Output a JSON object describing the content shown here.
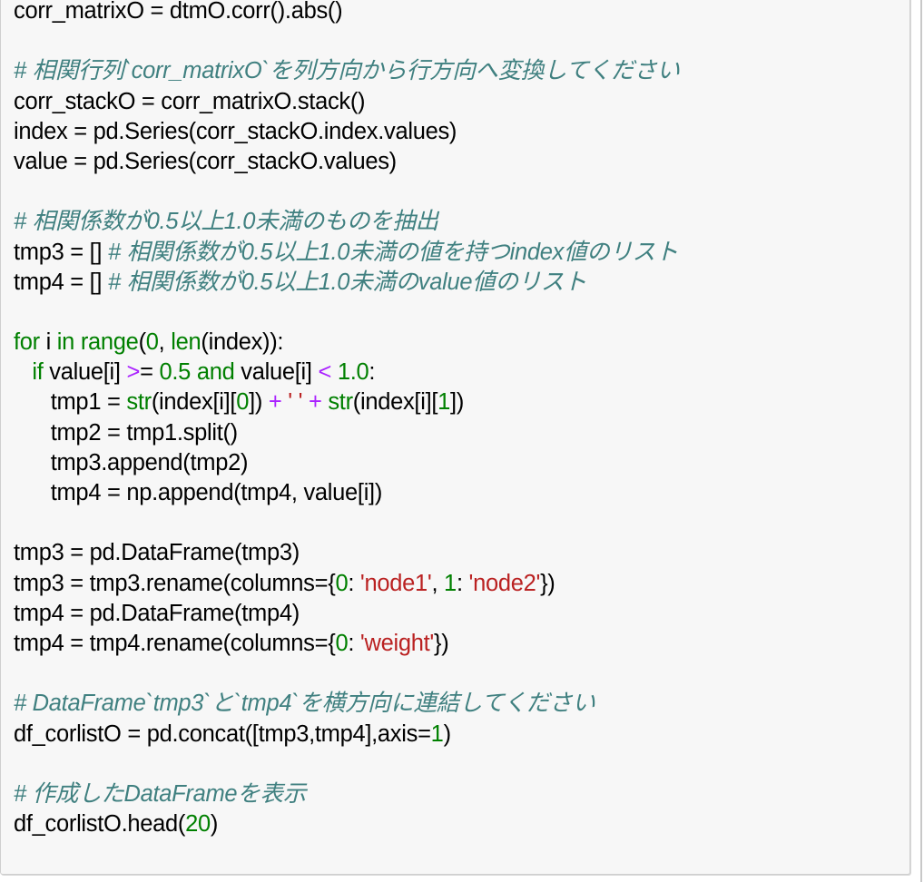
{
  "colors": {
    "cell_background": "#f7f7f7",
    "comment": "#408080",
    "keyword": "#008000",
    "number": "#008000",
    "operator": "#aa22ff",
    "string": "#ba2121"
  },
  "code_cell": {
    "lines": [
      {
        "tokens": [
          {
            "t": "corr_matrixO = dtmO.corr().abs()",
            "c": ""
          }
        ]
      },
      {
        "tokens": []
      },
      {
        "tokens": [
          {
            "t": "# 相関行列`corr_matrixO`を列方向から行方向へ変換してください",
            "c": "cm"
          }
        ]
      },
      {
        "tokens": [
          {
            "t": "corr_stackO = corr_matrixO.stack()",
            "c": ""
          }
        ]
      },
      {
        "tokens": [
          {
            "t": "index = pd.Series(corr_stackO.index.values)",
            "c": ""
          }
        ]
      },
      {
        "tokens": [
          {
            "t": "value = pd.Series(corr_stackO.values)",
            "c": ""
          }
        ]
      },
      {
        "tokens": []
      },
      {
        "tokens": [
          {
            "t": "# 相関係数が0.5以上1.0未満のものを抽出",
            "c": "cm"
          }
        ]
      },
      {
        "tokens": [
          {
            "t": "tmp3 = [] ",
            "c": ""
          },
          {
            "t": "# 相関係数が0.5以上1.0未満の値を持つindex値のリスト",
            "c": "cm"
          }
        ]
      },
      {
        "tokens": [
          {
            "t": "tmp4 = [] ",
            "c": ""
          },
          {
            "t": "# 相関係数が0.5以上1.0未満のvalue値のリスト",
            "c": "cm"
          }
        ]
      },
      {
        "tokens": []
      },
      {
        "tokens": [
          {
            "t": "for",
            "c": "kw"
          },
          {
            "t": " i ",
            "c": ""
          },
          {
            "t": "in",
            "c": "kw"
          },
          {
            "t": " ",
            "c": ""
          },
          {
            "t": "range",
            "c": "bi"
          },
          {
            "t": "(",
            "c": ""
          },
          {
            "t": "0",
            "c": "num"
          },
          {
            "t": ", ",
            "c": ""
          },
          {
            "t": "len",
            "c": "bi"
          },
          {
            "t": "(index)):",
            "c": ""
          }
        ]
      },
      {
        "tokens": [
          {
            "t": "   ",
            "c": ""
          },
          {
            "t": "if",
            "c": "kw"
          },
          {
            "t": " value[i] ",
            "c": ""
          },
          {
            "t": ">",
            "c": "op"
          },
          {
            "t": "= ",
            "c": ""
          },
          {
            "t": "0.5",
            "c": "num"
          },
          {
            "t": " ",
            "c": ""
          },
          {
            "t": "and",
            "c": "kw"
          },
          {
            "t": " value[i] ",
            "c": ""
          },
          {
            "t": "<",
            "c": "op"
          },
          {
            "t": " ",
            "c": ""
          },
          {
            "t": "1.0",
            "c": "num"
          },
          {
            "t": ":",
            "c": ""
          }
        ]
      },
      {
        "tokens": [
          {
            "t": "      tmp1 = ",
            "c": ""
          },
          {
            "t": "str",
            "c": "bi"
          },
          {
            "t": "(index[i][",
            "c": ""
          },
          {
            "t": "0",
            "c": "num"
          },
          {
            "t": "]) ",
            "c": ""
          },
          {
            "t": "+",
            "c": "op"
          },
          {
            "t": " ",
            "c": ""
          },
          {
            "t": "' '",
            "c": "str"
          },
          {
            "t": " ",
            "c": ""
          },
          {
            "t": "+",
            "c": "op"
          },
          {
            "t": " ",
            "c": ""
          },
          {
            "t": "str",
            "c": "bi"
          },
          {
            "t": "(index[i][",
            "c": ""
          },
          {
            "t": "1",
            "c": "num"
          },
          {
            "t": "])",
            "c": ""
          }
        ]
      },
      {
        "tokens": [
          {
            "t": "      tmp2 = tmp1.split()",
            "c": ""
          }
        ]
      },
      {
        "tokens": [
          {
            "t": "      tmp3.append(tmp2)",
            "c": ""
          }
        ]
      },
      {
        "tokens": [
          {
            "t": "      tmp4 = np.append(tmp4, value[i])",
            "c": ""
          }
        ]
      },
      {
        "tokens": []
      },
      {
        "tokens": [
          {
            "t": "tmp3 = pd.DataFrame(tmp3)",
            "c": ""
          }
        ]
      },
      {
        "tokens": [
          {
            "t": "tmp3 = tmp3.rename(columns={",
            "c": ""
          },
          {
            "t": "0",
            "c": "num"
          },
          {
            "t": ": ",
            "c": ""
          },
          {
            "t": "'node1'",
            "c": "str"
          },
          {
            "t": ", ",
            "c": ""
          },
          {
            "t": "1",
            "c": "num"
          },
          {
            "t": ": ",
            "c": ""
          },
          {
            "t": "'node2'",
            "c": "str"
          },
          {
            "t": "})",
            "c": ""
          }
        ]
      },
      {
        "tokens": [
          {
            "t": "tmp4 = pd.DataFrame(tmp4)",
            "c": ""
          }
        ]
      },
      {
        "tokens": [
          {
            "t": "tmp4 = tmp4.rename(columns={",
            "c": ""
          },
          {
            "t": "0",
            "c": "num"
          },
          {
            "t": ": ",
            "c": ""
          },
          {
            "t": "'weight'",
            "c": "str"
          },
          {
            "t": "})",
            "c": ""
          }
        ]
      },
      {
        "tokens": []
      },
      {
        "tokens": [
          {
            "t": "# DataFrame`tmp3`と`tmp4`を横方向に連結してください",
            "c": "cm"
          }
        ]
      },
      {
        "tokens": [
          {
            "t": "df_corlistO = pd.concat([tmp3,tmp4],axis=",
            "c": ""
          },
          {
            "t": "1",
            "c": "num"
          },
          {
            "t": ")",
            "c": ""
          }
        ]
      },
      {
        "tokens": []
      },
      {
        "tokens": [
          {
            "t": "# 作成したDataFrameを表示",
            "c": "cm"
          }
        ]
      },
      {
        "tokens": [
          {
            "t": "df_corlistO.head(",
            "c": ""
          },
          {
            "t": "20",
            "c": "num"
          },
          {
            "t": ")",
            "c": ""
          }
        ]
      }
    ]
  }
}
